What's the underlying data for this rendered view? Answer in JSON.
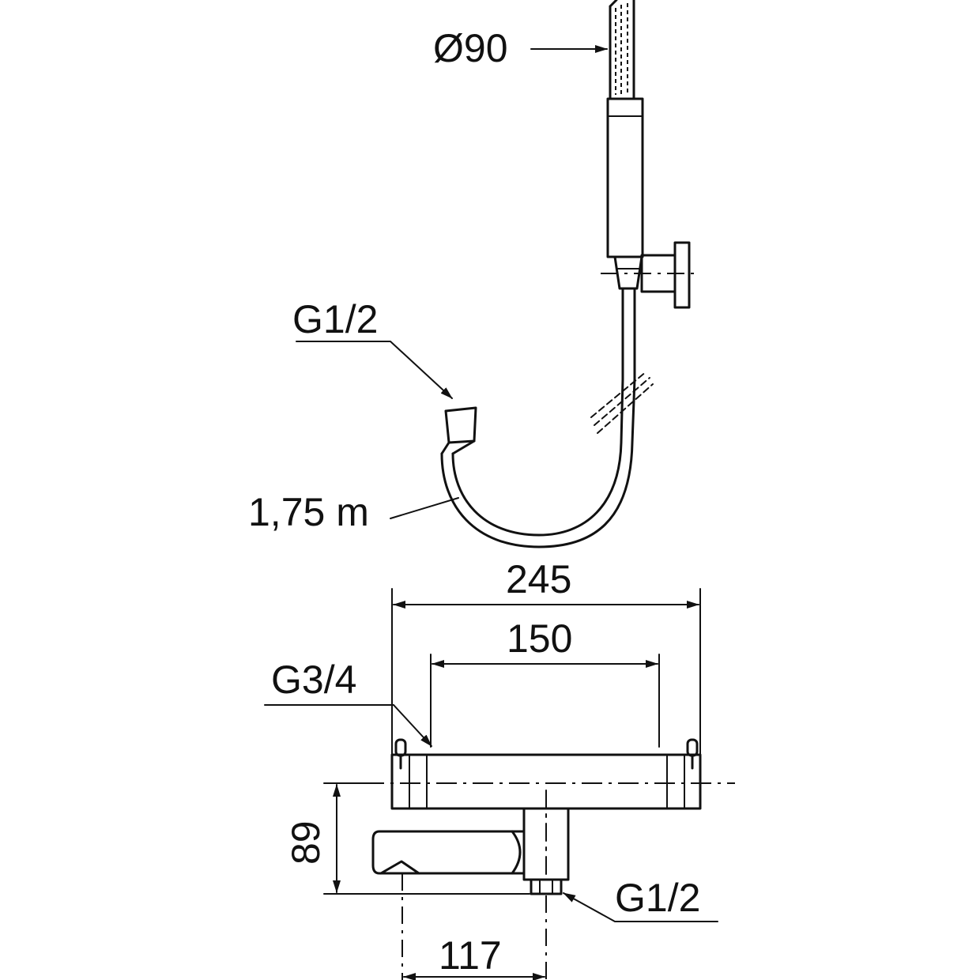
{
  "labels": {
    "head_diameter": "Ø90",
    "hose_thread": "G1/2",
    "hose_length": "1,75 m",
    "overall_width": "245",
    "inlet_spacing": "150",
    "inlet_thread": "G3/4",
    "height": "89",
    "outlet_thread": "G1/2",
    "spout_offset": "117"
  },
  "colors": {
    "line": "#111111",
    "background": "#ffffff"
  }
}
